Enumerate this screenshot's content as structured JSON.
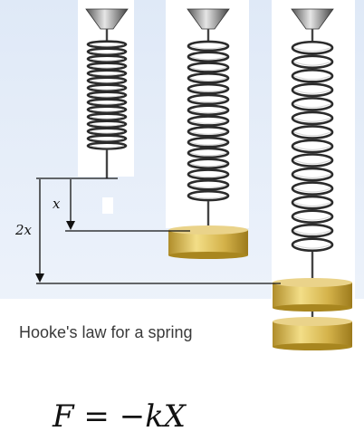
{
  "labels": {
    "x": "x",
    "two_x": "2x"
  },
  "caption": "Hooke's law for a spring",
  "formula": {
    "lhs": "F",
    "eq": " = ",
    "minus_k": "−k",
    "rhs": "X"
  },
  "colors": {
    "background_top": "#dfe9f7",
    "background_bottom": "#ffffff",
    "panel": "#ffffff",
    "coil_dark": "#333333",
    "coil_light": "#d9d9d9",
    "mass_gold": "#d8b84a",
    "mass_dark": "#9c7a1c"
  },
  "springs": [
    {
      "name": "unloaded-spring",
      "masses": 0
    },
    {
      "name": "one-mass-spring",
      "masses": 1
    },
    {
      "name": "two-mass-spring",
      "masses": 2
    }
  ]
}
